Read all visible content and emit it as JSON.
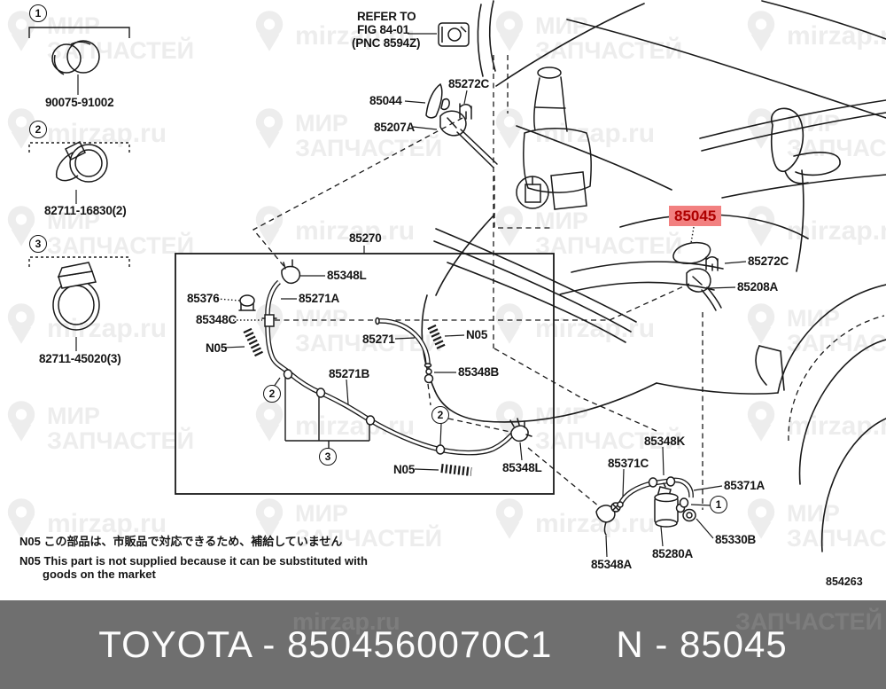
{
  "watermark": {
    "brand_line1": "МИР",
    "brand_line2": "ЗАПЧАСТЕЙ",
    "site": "mirzap.ru"
  },
  "callouts": {
    "one": "1",
    "two": "2",
    "three": "3"
  },
  "labels": {
    "refer_line1": "REFER TO",
    "refer_line2": "FIG 84-01",
    "refer_line3": "(PNC 8594Z)",
    "p90075": "90075-91002",
    "p82711_16830": "82711-16830(2)",
    "p82711_45020": "82711-45020(3)",
    "p85044": "85044",
    "p85272c": "85272C",
    "p85207a": "85207A",
    "p85270": "85270",
    "p85348l": "85348L",
    "p85376": "85376",
    "p85271a": "85271A",
    "p85348c": "85348C",
    "n05": "N05",
    "p85271": "85271",
    "p85348b": "85348B",
    "p85271b": "85271B",
    "p85045": "85045",
    "p85208a": "85208A",
    "p85348k": "85348K",
    "p85371c": "85371C",
    "p85371a": "85371A",
    "p85330b": "85330B",
    "p85280a": "85280A",
    "p85348a": "85348A"
  },
  "note": {
    "jp": "N05 この部品は、市販品で対応できるため、補給していません",
    "en_line1": "N05 This part is not supplied because it can be substituted with",
    "en_line2": "goods on the market"
  },
  "footer": {
    "brand_code": "TOYOTA - 8504560070C1",
    "part_number": "N - 85045"
  },
  "sheet_number": "854263",
  "colors": {
    "highlight_bg": "#f28080",
    "highlight_text": "#ae0000",
    "footer_bg": "#6f6f6f",
    "line": "#1a1a1a",
    "wm": "#ededed"
  }
}
